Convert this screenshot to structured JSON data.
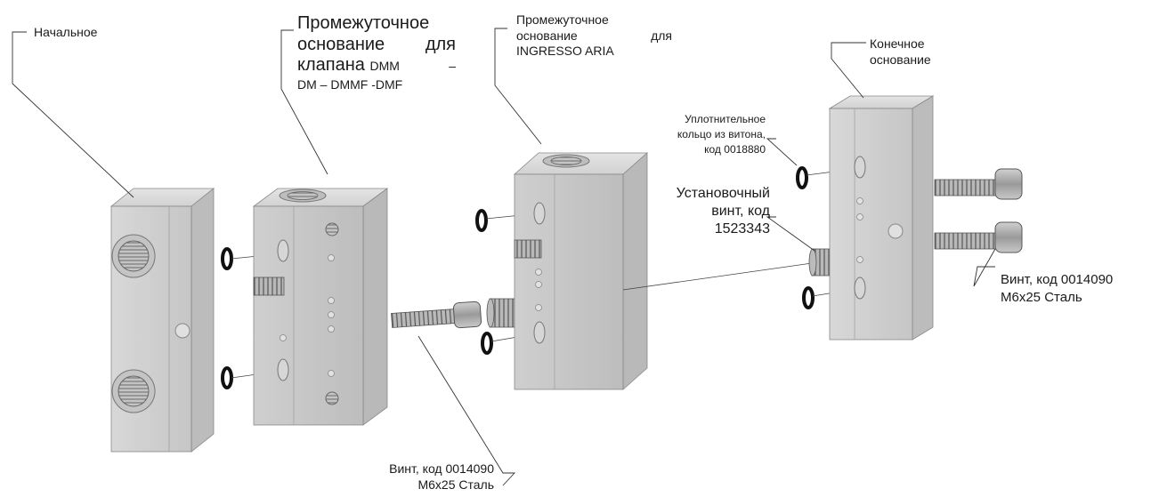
{
  "labels": {
    "start_base": "Начальное",
    "intermediate_valve": {
      "line1": "Промежуточное",
      "line2a": "основание",
      "line2b": "для",
      "line3a": "клапана",
      "line3b": "DMM",
      "line3c": "–",
      "line4": "DM – DMMF -DMF"
    },
    "intermediate_air": {
      "line1": "Промежуточное",
      "line2a": "основание",
      "line2b": "для",
      "line3": "INGRESSO ARIA"
    },
    "end_base": {
      "line1": "Конечное",
      "line2": "основание"
    },
    "oring": {
      "line1": "Уплотнительное",
      "line2": "кольцо из витона,",
      "line3": "код 0018880"
    },
    "set_screw": {
      "line1": "Установочный",
      "line2": "винт, код",
      "line3": "1523343"
    },
    "screw_right": {
      "line1": "Винт, код 0014090",
      "line2": "M6x25 Сталь"
    },
    "screw_bottom": {
      "line1": "Винт, код 0014090",
      "line2": "M6x25 Сталь"
    }
  }
}
